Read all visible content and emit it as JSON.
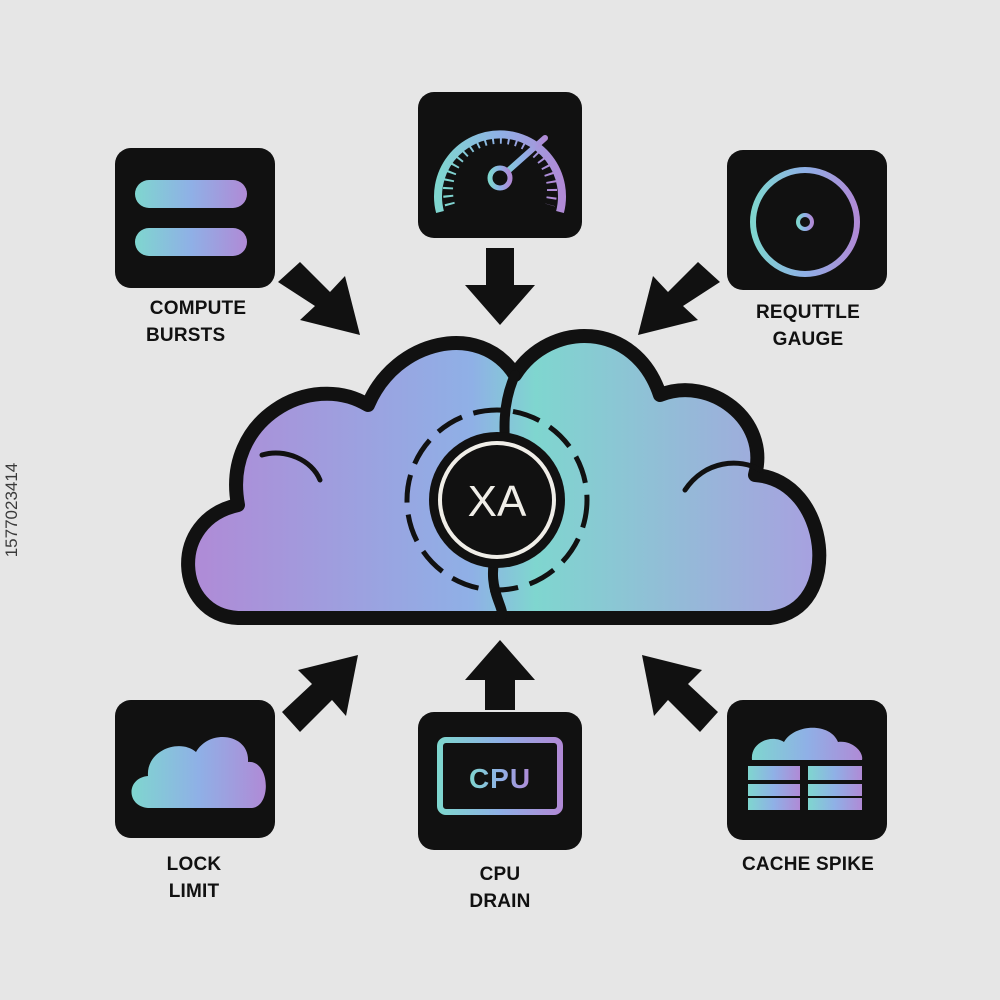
{
  "colors": {
    "background": "#e6e6e6",
    "ink": "#111111",
    "gradient_purple": "#b08ad6",
    "gradient_blue": "#8fb0e6",
    "gradient_teal": "#7fd6cf",
    "logo_ring": "#f0eee8"
  },
  "center": {
    "icon": "cloud-icon",
    "logo_text": "XA"
  },
  "nodes": [
    {
      "id": "compute-bursts",
      "icon": "server-stack-icon",
      "line1": "COMPUTE",
      "line2": "BURSTS"
    },
    {
      "id": "speedometer",
      "icon": "speedometer-icon"
    },
    {
      "id": "requttle-gauge",
      "icon": "clock-gauge-icon",
      "line1": "REQUTTLE",
      "line2": "GAUGE"
    },
    {
      "id": "lock-limit",
      "icon": "cloud-icon",
      "line1": "LOCK",
      "line2": "LIMIT"
    },
    {
      "id": "cpu-drain",
      "icon": "cpu-chip-icon",
      "chip_text": "CPU",
      "line1": "CPU",
      "line2": "DRAIN"
    },
    {
      "id": "cache-spike",
      "icon": "cloud-server-icon",
      "line1": "CACHE SPIKE"
    }
  ],
  "side_id": "1577023414"
}
